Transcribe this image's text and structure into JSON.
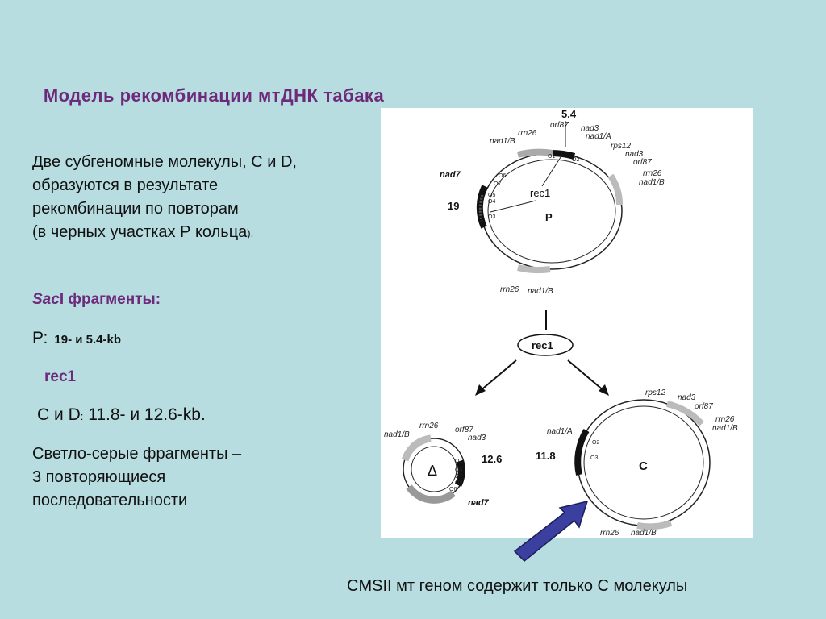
{
  "title": "Модель рекомбинации мтДНК табака",
  "intro": {
    "lines": [
      "Две субгеномные молекулы, С и D,",
      "образуются в результате",
      "рекомбинации по повторам",
      "(в черных участках Р  кольца"
    ],
    "tail": ")."
  },
  "saci": {
    "enzyme": "Sac",
    "suffix": "I фрагменты:"
  },
  "p_line": {
    "label": "Р:",
    "value": "19- и 5.4-kb"
  },
  "rec1_text": "rec1",
  "cd_line": {
    "label": "С и D",
    "colon": ":",
    "value": " 11.8- и 12.6-kb."
  },
  "light_fragments": [
    "Светло-серые фрагменты –",
    "3 повторяющиеся",
    "последовательности"
  ],
  "footer": {
    "bold_part": "CMSII мт геном",
    "rest": " содержит только С молекулы"
  },
  "figure": {
    "top": {
      "size_label": "5.4",
      "nad7": "nad7",
      "size19": "19",
      "center": "P",
      "rec1": "rec1",
      "labels": {
        "rrn26_a": "rrn26",
        "orf87_a": "orf87",
        "nad3_a": "nad3",
        "nad1a_a": "nad1/A",
        "nad1b_a": "nad1/B",
        "rps12_a": "rps12",
        "nad3_b": "nad3",
        "orf87_b": "orf87",
        "rrn26_b": "rrn26",
        "nad1b_b": "nad1/B",
        "rrn26_c": "rrn26",
        "nad1b_c": "nad1/B"
      },
      "o_labels": {
        "o1": "O1",
        "o2": "O2",
        "o6": "O6",
        "o7": "O7",
        "o5": "O5",
        "o4": "O4",
        "o3": "O3"
      }
    },
    "middle": {
      "rec1": "rec1"
    },
    "d_circle": {
      "size": "12.6",
      "nad7": "nad7",
      "center": "Δ",
      "labels": {
        "rrn26": "rrn26",
        "nad1b": "nad1/B",
        "orf87": "orf87",
        "nad3": "nad3"
      },
      "o_labels": {
        "o1": "O1",
        "o6a": "O6",
        "o7": "O7",
        "o5": "O5",
        "o6b": "O6"
      }
    },
    "c_circle": {
      "size": "11.8",
      "center": "C",
      "labels": {
        "nad1a": "nad1/A",
        "rps12": "rps12",
        "nad3": "nad3",
        "orf87": "orf87",
        "rrn26": "rrn26",
        "nad1b": "nad1/B",
        "rrn26_b": "rrn26",
        "nad1b_b": "nad1/B"
      },
      "o_labels": {
        "o2": "O2",
        "o3": "O3"
      }
    }
  },
  "colors": {
    "background": "#b7dde1",
    "title": "#6d2a7a",
    "arrow_fill": "#3a3fa0"
  }
}
